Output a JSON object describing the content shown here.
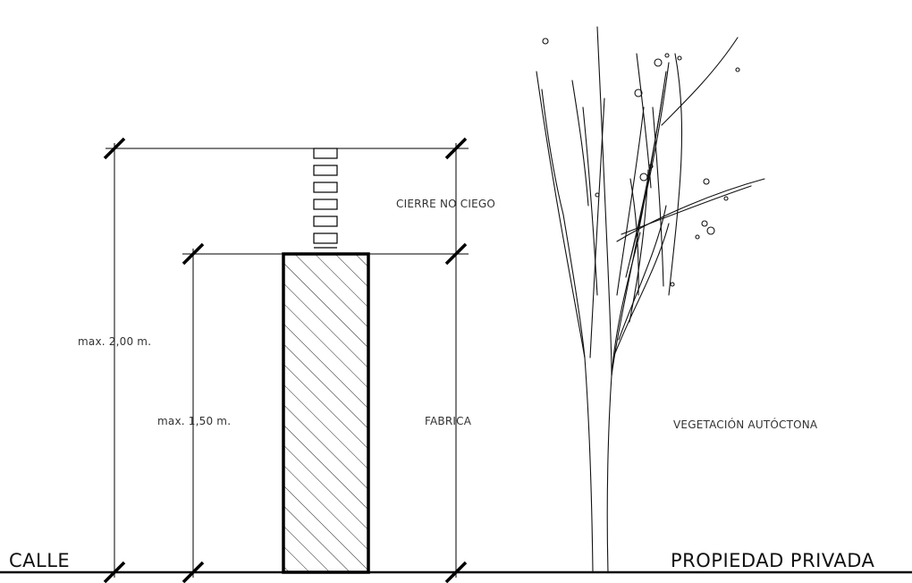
{
  "labels": {
    "total_height": "max. 2,00 m.",
    "wall_height": "max. 1,50 m.",
    "upper_part": "CIERRE NO CIEGO",
    "lower_part": "FABRICA",
    "vegetation": "VEGETACIÓN AUTÓCTONA",
    "left_ground": "CALLE",
    "right_ground": "PROPIEDAD PRIVADA"
  },
  "colors": {
    "line": "#000000",
    "text": "#333333"
  }
}
